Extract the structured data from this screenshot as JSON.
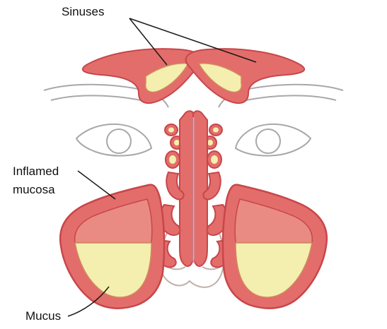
{
  "labels": {
    "sinuses": "Sinuses",
    "inflamed_line1": "Inflamed",
    "inflamed_line2": "mucosa",
    "mucus": "Mucus"
  },
  "colors": {
    "mucosa": "#e36d6a",
    "mucosa_dark": "#c8464a",
    "mucosa_light": "#f1a69d",
    "mucus": "#f4efae",
    "outline": "#9a9a9a",
    "leader": "#1a1a1a"
  }
}
